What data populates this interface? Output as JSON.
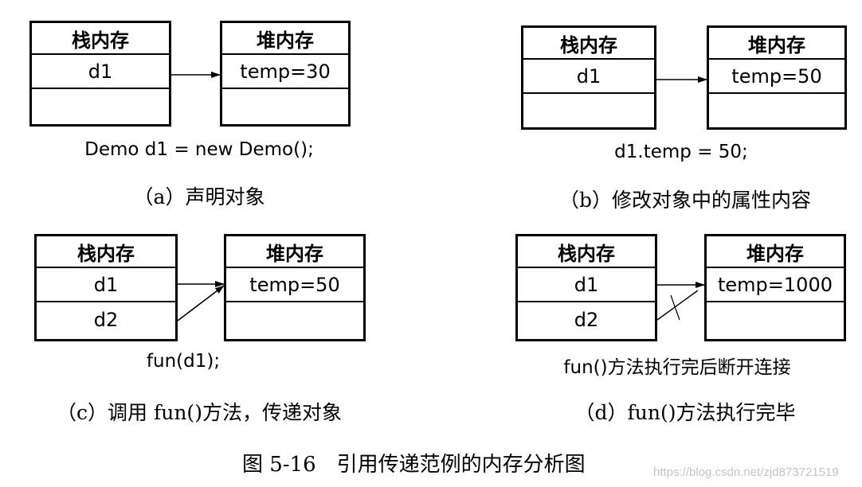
{
  "panels": {
    "a": {
      "stack": {
        "title": "栈内存",
        "cells": [
          "d1",
          ""
        ]
      },
      "heap": {
        "title": "堆内存",
        "cells": [
          "temp=30",
          ""
        ]
      },
      "code": "Demo d1 = new Demo();",
      "caption": "（a）声明对象"
    },
    "b": {
      "stack": {
        "title": "栈内存",
        "cells": [
          "d1",
          ""
        ]
      },
      "heap": {
        "title": "堆内存",
        "cells": [
          "temp=50",
          ""
        ]
      },
      "code": "d1.temp = 50;",
      "caption": "（b）修改对象中的属性内容"
    },
    "c": {
      "stack": {
        "title": "栈内存",
        "cells": [
          "d1",
          "d2"
        ]
      },
      "heap": {
        "title": "堆内存",
        "cells": [
          "temp=50",
          ""
        ]
      },
      "code": "fun(d1);",
      "caption": "（c）调用 fun()方法，传递对象"
    },
    "d": {
      "stack": {
        "title": "栈内存",
        "cells": [
          "d1",
          "d2"
        ]
      },
      "heap": {
        "title": "堆内存",
        "cells": [
          "temp=1000",
          ""
        ]
      },
      "code": "fun()方法执行完后断开连接",
      "caption": "（d）fun()方法执行完毕"
    }
  },
  "figure_caption": "图 5-16　引用传递范例的内存分析图",
  "watermark": "https://blog.csdn.net/zjd873721519"
}
